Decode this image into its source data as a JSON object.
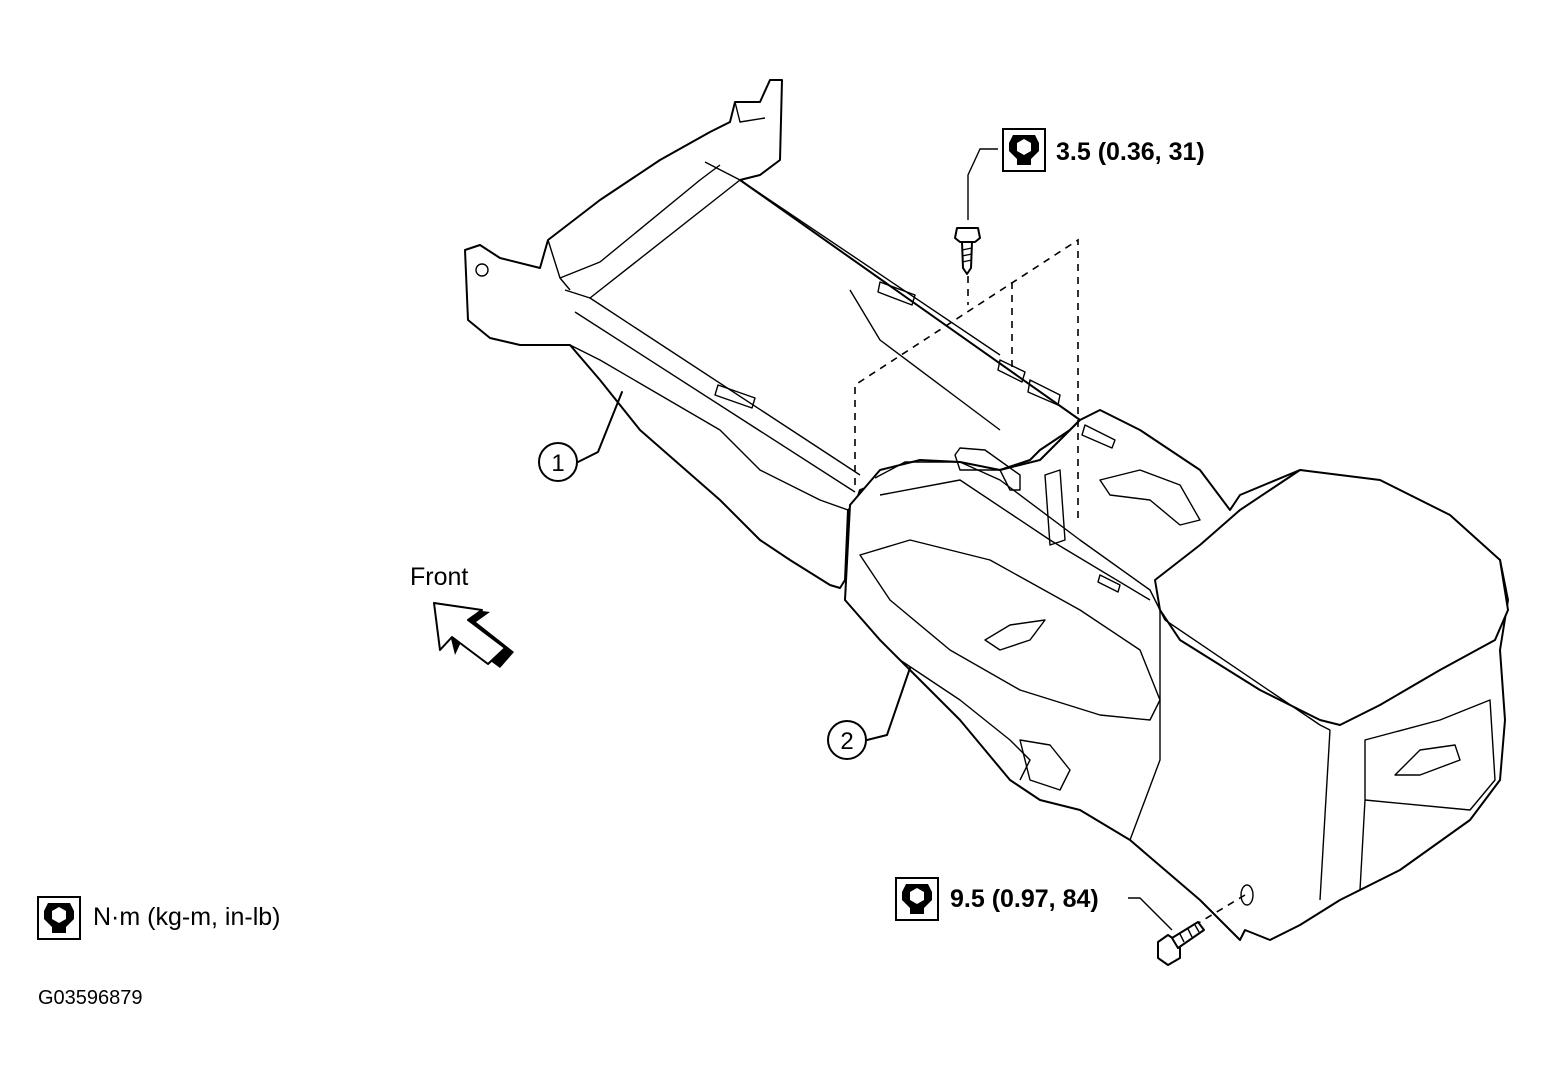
{
  "callouts": {
    "part_1": "1",
    "part_2": "2"
  },
  "torque": {
    "upper": "3.5 (0.36, 31)",
    "lower": "9.5 (0.97, 84)"
  },
  "front_label": "Front",
  "legend": {
    "units": "N·m (kg-m, in-lb)",
    "icon": "torque-wrench-icon"
  },
  "figure_code": "G03596879"
}
